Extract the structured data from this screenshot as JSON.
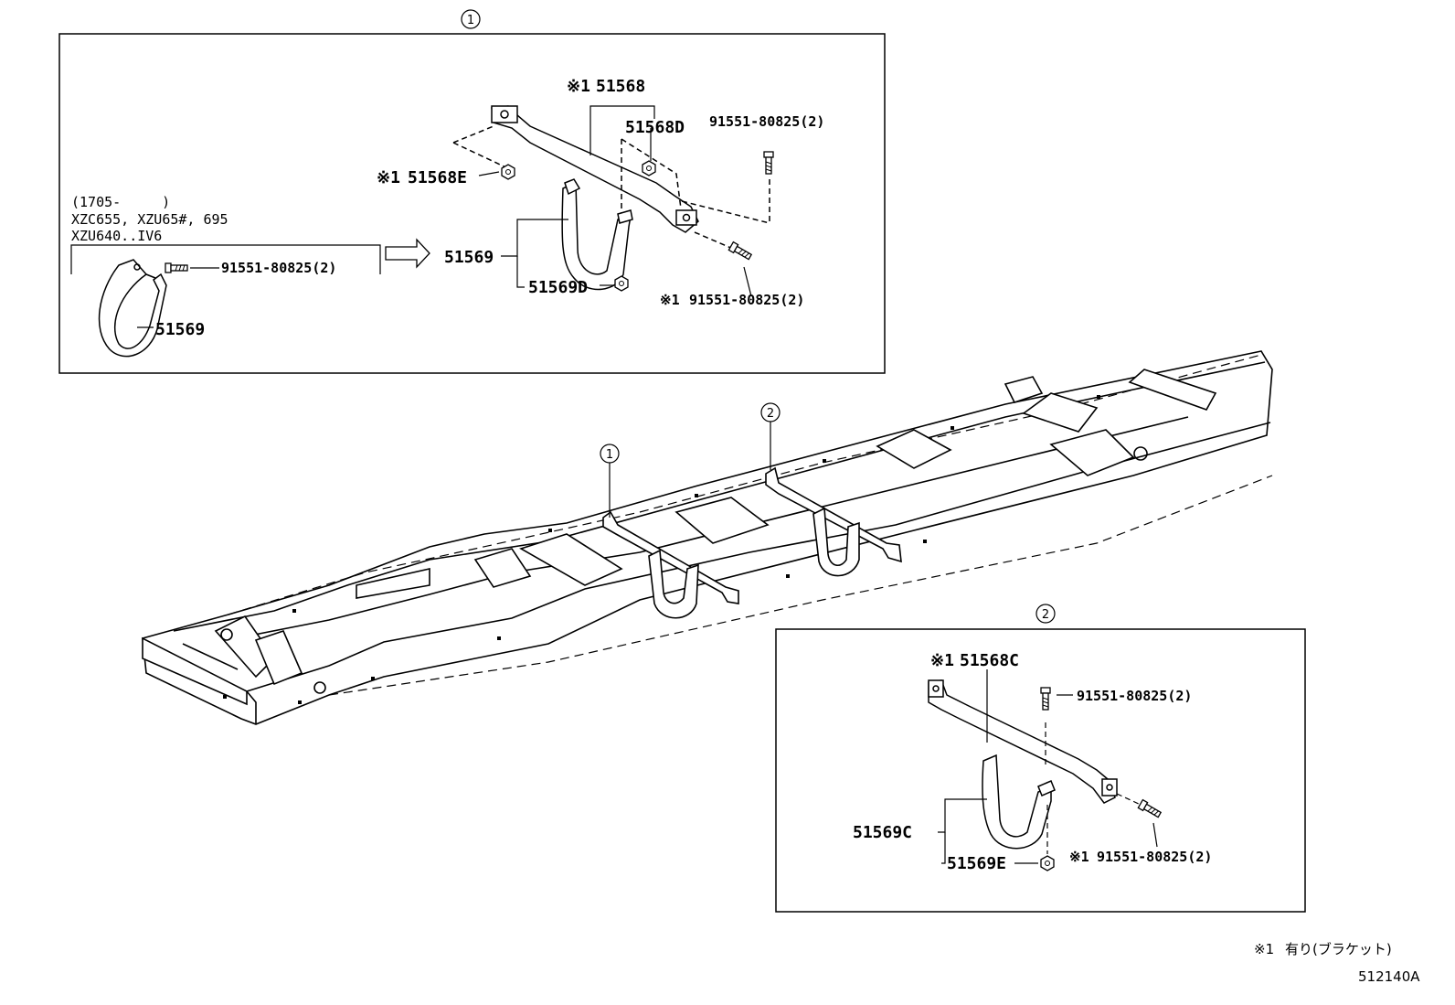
{
  "callouts": {
    "circle1": "1",
    "circle2": "2"
  },
  "note_mark": "※1",
  "box1": {
    "labels": {
      "bracket_top": "51568",
      "nut_top": "51568D",
      "bolt_top": "91551-80825(2)",
      "spacer": "51568E",
      "hanger": "51569",
      "hanger_nut": "51569D",
      "bolt_bottom": "91551-80825(2)",
      "variant_bolt": "91551-80825(2)",
      "variant_hanger": "51569"
    },
    "variant": {
      "line1": "(1705-　　　)",
      "line2": "XZC655, XZU65#, 695",
      "line3": "XZU640..IV6"
    }
  },
  "box2": {
    "labels": {
      "bracket": "51568C",
      "bolt_top": "91551-80825(2)",
      "hanger": "51569C",
      "hanger_nut": "51569E",
      "bolt_bottom": "91551-80825(2)"
    }
  },
  "footnote": {
    "text": "有り(ブラケット)",
    "code": "512140A"
  }
}
